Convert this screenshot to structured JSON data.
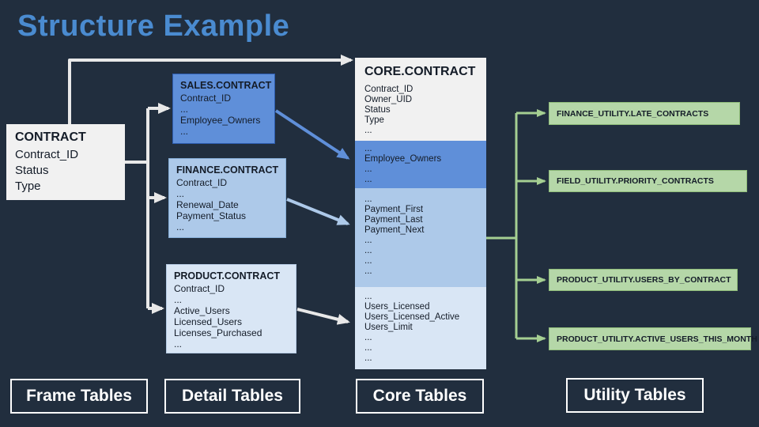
{
  "title": "Structure Example",
  "colors": {
    "bg": "#212e3e",
    "title_blue": "#4a8bd0",
    "box_white": "#f1f1f1",
    "blue_mid": "#5f8fd9",
    "blue_light": "#adc9e9",
    "blue_pale": "#d9e6f5",
    "green_fill": "#b5d7a8",
    "green_line": "#a5cf92",
    "arrow_white": "#e8e8e8",
    "text_dark": "#141c28"
  },
  "frame_table": {
    "title": "CONTRACT",
    "rows": [
      "Contract_ID",
      "Status",
      "Type"
    ]
  },
  "detail_tables": [
    {
      "title": "SALES.CONTRACT",
      "rows": [
        "Contract_ID",
        "...",
        "Employee_Owners",
        "..."
      ]
    },
    {
      "title": "FINANCE.CONTRACT",
      "rows": [
        "Contract_ID",
        "...",
        "Renewal_Date",
        "Payment_Status",
        "..."
      ]
    },
    {
      "title": "PRODUCT.CONTRACT",
      "rows": [
        "Contract_ID",
        "...",
        "Active_Users",
        "Licensed_Users",
        "Licenses_Purchased",
        "..."
      ]
    }
  ],
  "core_table": {
    "title": "CORE.CONTRACT",
    "sections": [
      {
        "rows": [
          "Contract_ID",
          "Owner_UID",
          "Status",
          "Type",
          "..."
        ]
      },
      {
        "rows": [
          "...",
          "Employee_Owners",
          "...",
          "..."
        ]
      },
      {
        "rows": [
          "...",
          "Payment_First",
          "Payment_Last",
          "Payment_Next",
          "...",
          "...",
          "...",
          "..."
        ]
      },
      {
        "rows": [
          "...",
          "Users_Licensed",
          "Users_Licensed_Active",
          "Users_Limit",
          "...",
          "...",
          "..."
        ]
      }
    ]
  },
  "utility_tables": [
    "FINANCE_UTILITY.LATE_CONTRACTS",
    "FIELD_UTILITY.PRIORITY_CONTRACTS",
    "PRODUCT_UTILITY.USERS_BY_CONTRACT",
    "PRODUCT_UTILITY.ACTIVE_USERS_THIS_MONTH"
  ],
  "legend": [
    "Frame Tables",
    "Detail Tables",
    "Core Tables",
    "Utility Tables"
  ]
}
